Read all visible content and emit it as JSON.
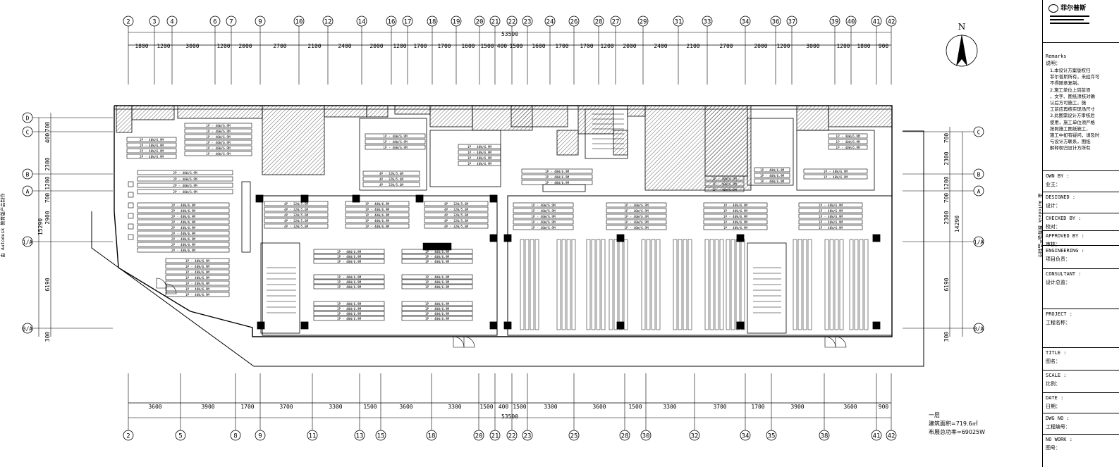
{
  "top_axes": [
    "2",
    "3",
    "4",
    "6",
    "7",
    "9",
    "10",
    "12",
    "14",
    "16",
    "17",
    "18",
    "19",
    "20",
    "21",
    "22",
    "23",
    "24",
    "26",
    "28",
    "27",
    "29",
    "31",
    "33",
    "34",
    "36",
    "37",
    "39",
    "40",
    "41",
    "42"
  ],
  "top_dims": [
    "1800",
    "1200",
    "3000",
    "1200",
    "2000",
    "2700",
    "2100",
    "2400",
    "2000",
    "1200",
    "1700",
    "1700",
    "1600",
    "1500",
    "400",
    "1500",
    "1600",
    "1700",
    "1700",
    "1200",
    "2000",
    "2400",
    "2100",
    "2700",
    "2000",
    "1200",
    "3000",
    "1200",
    "1800",
    "900"
  ],
  "top_total": "53500",
  "bottom_axes": [
    "2",
    "5",
    "8",
    "9",
    "11",
    "13",
    "15",
    "18",
    "20",
    "21",
    "22",
    "23",
    "25",
    "28",
    "30",
    "32",
    "34",
    "35",
    "38",
    "41",
    "42"
  ],
  "bottom_dims": [
    "3600",
    "3900",
    "1700",
    "3700",
    "3300",
    "1500",
    "3600",
    "3300",
    "1500",
    "400",
    "1500",
    "3300",
    "3600",
    "1500",
    "3300",
    "3700",
    "1700",
    "3900",
    "3600",
    "900"
  ],
  "bottom_total": "53500",
  "left_rows": [
    "D",
    "C",
    "B",
    "A",
    "1/A",
    "0/A"
  ],
  "left_dims": [
    "700",
    "400",
    "2300",
    "1200",
    "700",
    "2900",
    "6190",
    "300"
  ],
  "left_total": "15290",
  "right_rows": [
    "C",
    "B",
    "A",
    "1/A",
    "0/A"
  ],
  "right_dims": [
    "700",
    "2300",
    "1200",
    "700",
    "2300",
    "6190",
    "300"
  ],
  "right_total": "14290",
  "north": "N",
  "floor_note": {
    "line1": "一层",
    "line2": "建筑面积=719.6㎡",
    "line3": "布展总功率=69025W"
  },
  "title_block": {
    "logo": "菲尔普斯",
    "notes_label_en": "Remarks",
    "notes_label": "说明：",
    "notes": [
      "1.本设计方案版权归",
      "菲尔普斯所有，未经许可",
      "不得随意复制。",
      "2.施工单位上岗前须",
      "，文字、图纸须核对确",
      "认后方可施工，施",
      "工前应再核实现场尺寸",
      "3.此图需设计方审核后",
      "使用，施工单位须严格",
      "按照施工图纸施工，",
      "施工中如有疑问，请及时",
      "与设计方联系，图纸",
      "解释权归设计方所有"
    ],
    "fields": [
      {
        "en": "OWN BY :",
        "cn": "业主："
      },
      {
        "en": "DESIGNED :",
        "cn": "设计："
      },
      {
        "en": "CHECKED BY :",
        "cn": "校对："
      },
      {
        "en": "APPROVED BY :",
        "cn": "审核："
      },
      {
        "en": "ENGINEERING :",
        "cn": "项目负责："
      },
      {
        "en": "CONSULTANT :",
        "cn": "设计总监："
      },
      {
        "en": "PROJECT :",
        "cn": "工程名称："
      },
      {
        "en": "TITLE :",
        "cn": "图名："
      },
      {
        "en": "SCALE :",
        "cn": "比例："
      },
      {
        "en": "DATE :",
        "cn": "日期："
      },
      {
        "en": "DWG NO :",
        "cn": "工程编号："
      },
      {
        "en": "NO WORK :",
        "cn": "图号："
      }
    ]
  },
  "side_text": "由 Autodesk 教育版产品制作",
  "side_text_right": "由 Autodesk 教育版产品制作",
  "fixture_label": "1P - 40W/6.9M",
  "fixture_label_b": "2P - 40W/6.9M",
  "fixture_label_c": "4P - 32W/5.6M"
}
